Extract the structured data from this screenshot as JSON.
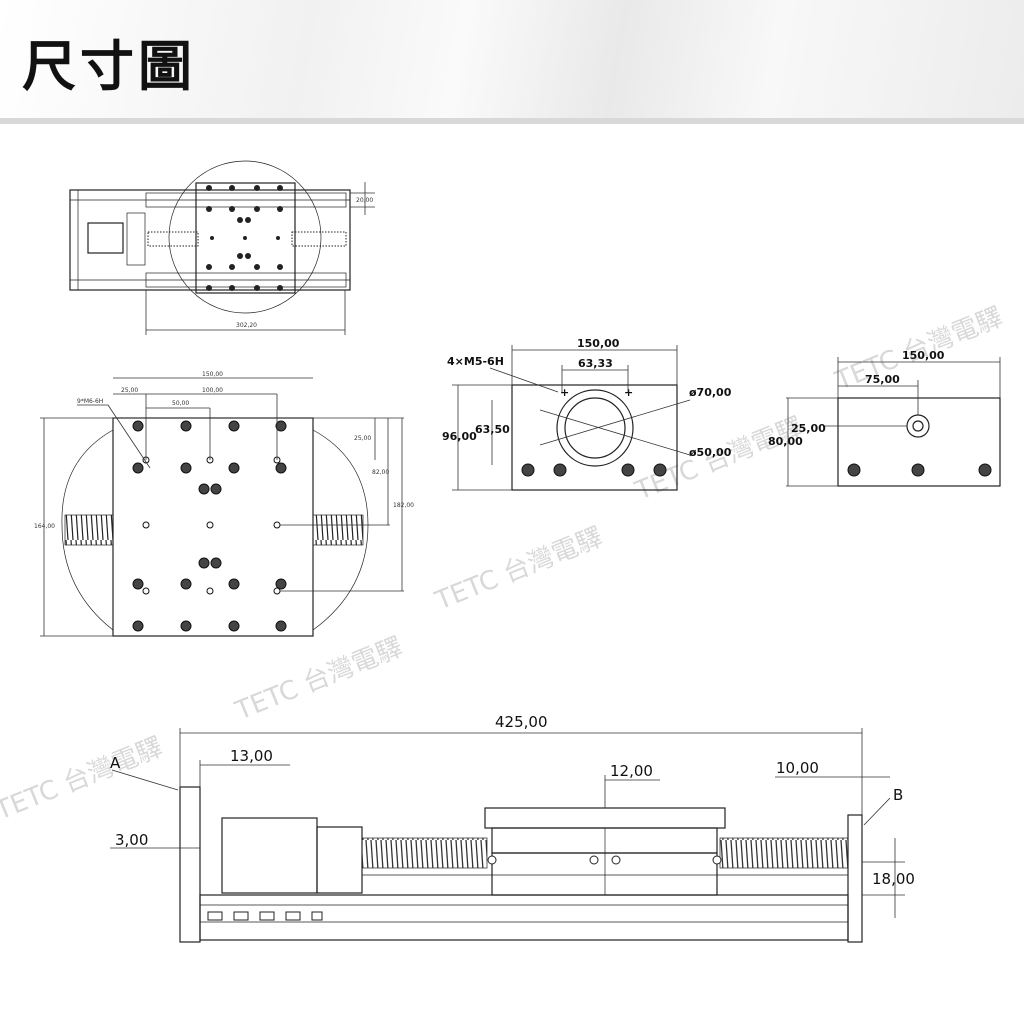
{
  "header": {
    "title": "尺寸圖"
  },
  "watermark": "TETC 台灣電驛",
  "top_view": {
    "dim_height": "20,00",
    "dim_length": "302,20"
  },
  "plate_view": {
    "dim_width": "150,00",
    "dim_offset": "25,00",
    "dim_pitch": "100,00",
    "dim_half": "50,00",
    "hole_callout": "9*M6-6H",
    "dim_v1": "25,00",
    "dim_v2": "82,00",
    "dim_v3": "182,00",
    "dim_total": "164,00"
  },
  "flange_view": {
    "holes": "4×M5-6H",
    "dim_width": "150,00",
    "dim_pitch": "63,33",
    "dia_outer": "ø70,00",
    "dim_height": "96,00",
    "dim_center": "63,50",
    "dia_inner": "ø50,00"
  },
  "end_view": {
    "dim_width": "150,00",
    "dim_half": "75,00",
    "dim_center": "25,00",
    "dim_height": "80,00"
  },
  "side_view": {
    "dim_total": "425,00",
    "dim_left": "13,00",
    "label_a": "A",
    "dim_plate": "3,00",
    "dim_mid": "12,00",
    "dim_right": "10,00",
    "label_b": "B",
    "dim_height": "18,00"
  }
}
